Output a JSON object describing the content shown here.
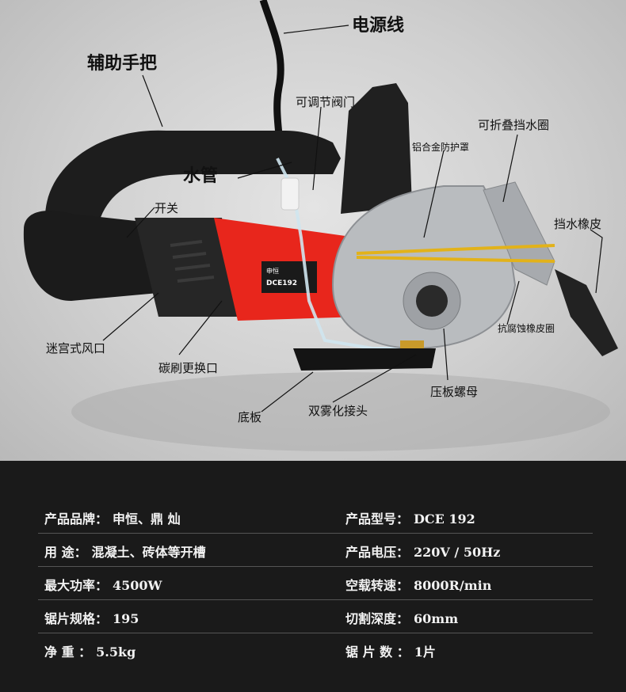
{
  "callouts": {
    "power_cord": "电源线",
    "aux_handle": "辅助手把",
    "valve": "可调节阀门",
    "foldable_ring": "可折叠挡水圈",
    "alu_guard": "铝合金防护罩",
    "water_pipe": "水管",
    "switch": "开关",
    "rubber_guard": "挡水橡皮",
    "anti_corrosion_ring": "抗腐蚀橡皮圈",
    "maze_vent": "迷宫式风口",
    "brush_port": "碳刷更换口",
    "pressure_nut": "压板螺母",
    "dual_spray": "双雾化接头",
    "base_plate": "底板"
  },
  "tool_label": {
    "brand_mark": "申恒",
    "model_text": "DCE192"
  },
  "specs": [
    {
      "left_label": "产品品牌：",
      "left_value": "申恒、鼎 灿",
      "right_label": "产品型号：",
      "right_value": "DCE 192"
    },
    {
      "left_label": "用        途：",
      "left_value": "混凝土、砖体等开槽",
      "right_label": "产品电压：",
      "right_value": "220V / 50Hz"
    },
    {
      "left_label": "最大功率：",
      "left_value": "4500W",
      "right_label": "空载转速：",
      "right_value": "8000R/min"
    },
    {
      "left_label": "锯片规格：",
      "left_value": "195",
      "right_label": "切割深度：",
      "right_value": "60mm"
    },
    {
      "left_label": "净     重   ：",
      "left_value": "5.5kg",
      "right_label": "锯 片 数 ：",
      "right_value": "1片"
    }
  ],
  "colors": {
    "tool_body": "#e8261c",
    "handle": "#1d1d1d",
    "guard": "#b9bcbf",
    "band": "#e2b21a",
    "specs_bg": "#1a1a1a"
  }
}
